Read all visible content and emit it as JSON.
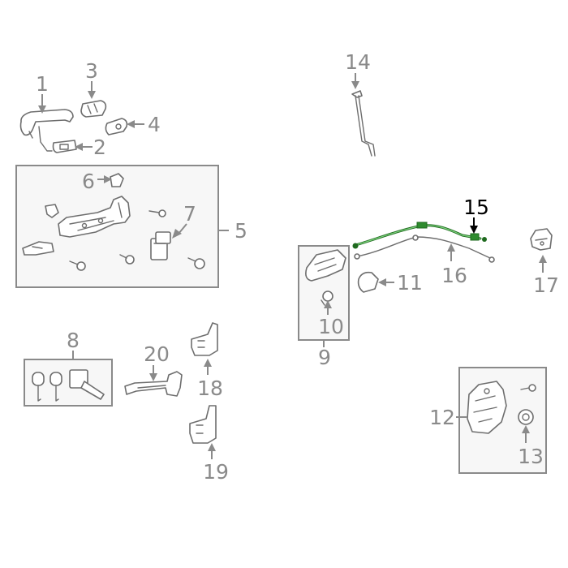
{
  "colors": {
    "label": "#8a8a8a",
    "highlight_label": "#000000",
    "highlight_part": "#2e8b2e",
    "box_fill": "#f7f7f7"
  },
  "callouts": {
    "c1": "1",
    "c2": "2",
    "c3": "3",
    "c4": "4",
    "c5": "5",
    "c6": "6",
    "c7": "7",
    "c8": "8",
    "c9": "9",
    "c10": "10",
    "c11": "11",
    "c12": "12",
    "c13": "13",
    "c14": "14",
    "c15": "15",
    "c16": "16",
    "c17": "17",
    "c18": "18",
    "c19": "19",
    "c20": "20"
  },
  "highlighted_callout": "15"
}
